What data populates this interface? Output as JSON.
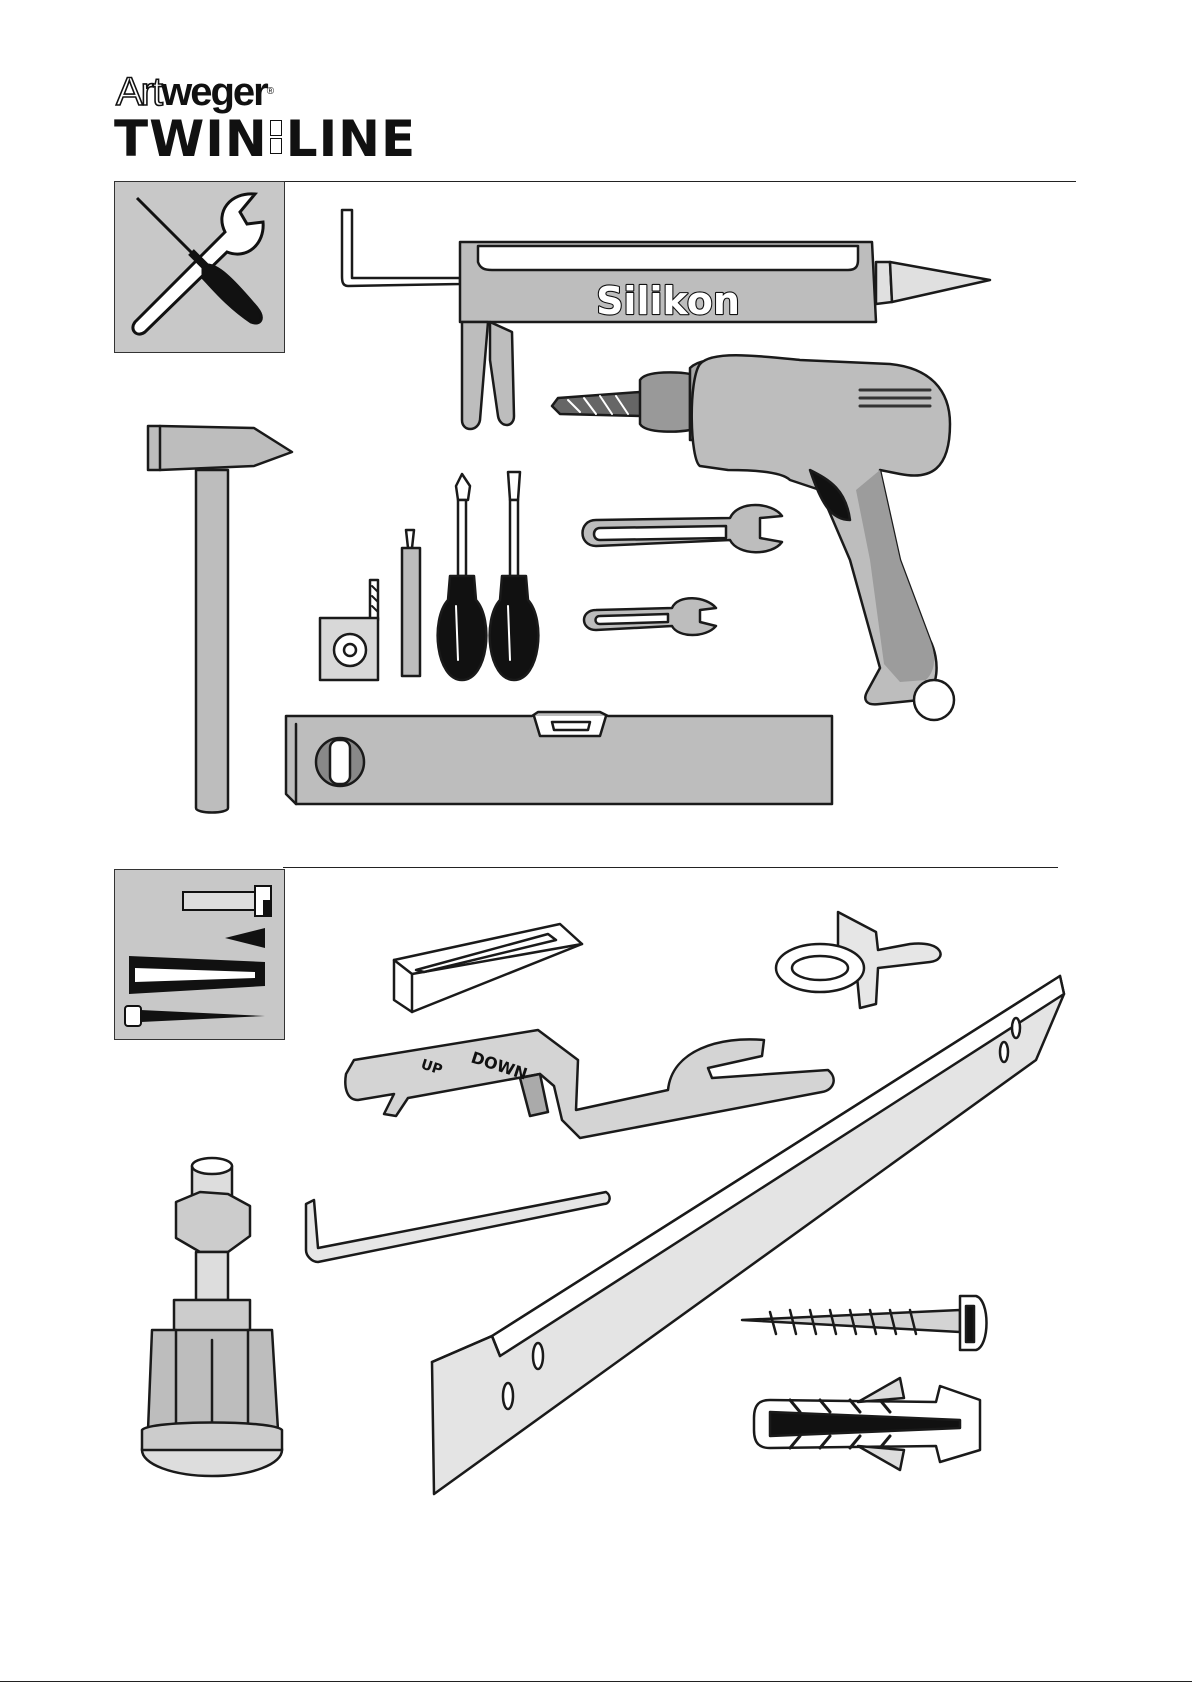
{
  "brand": {
    "name_part1": "Art",
    "name_part2": "weger",
    "registered": "®",
    "product_part1": "TWIN",
    "product_part2": "LINE"
  },
  "sections": {
    "tools": {
      "icon": "wrench-screwdriver-icon",
      "silicone_gun_label": "Silikon"
    },
    "parts": {
      "icon": "screws-dowels-icon",
      "spanner_text_down": "DOWN",
      "spanner_text_up": "UP"
    }
  },
  "colors": {
    "tool_gray": "#bdbdbd",
    "badge_gray": "#c8c8c8",
    "outline": "#1a1a1a"
  }
}
